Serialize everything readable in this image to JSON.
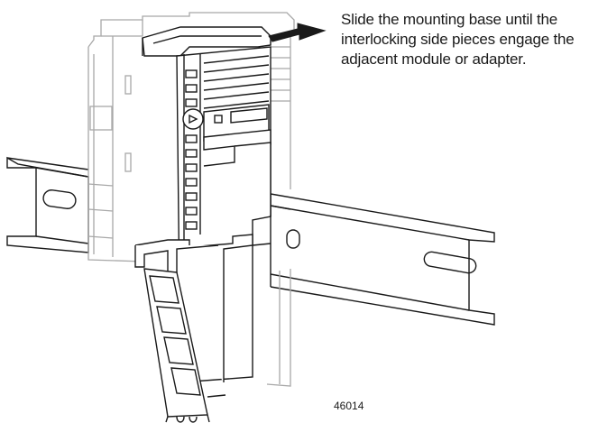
{
  "callout": {
    "lines": [
      "Slide the mounting base until the",
      "interlocking side pieces engage the",
      "adjacent module or adapter."
    ]
  },
  "figure_id": "46014",
  "colors": {
    "outline": "#1a1a1a",
    "ghost_outline": "#a8a8a8",
    "arrow_fill": "#1a1a1a",
    "background": "#ffffff"
  }
}
